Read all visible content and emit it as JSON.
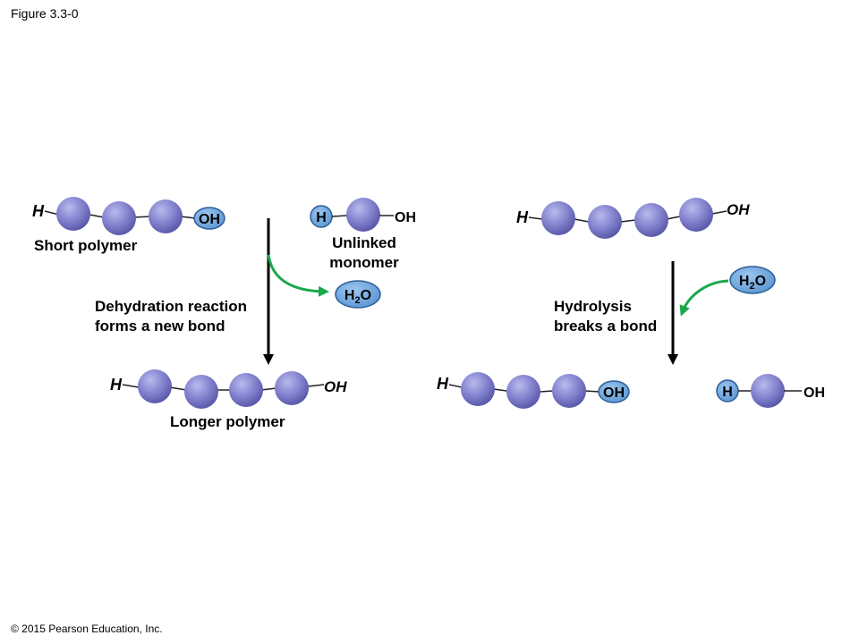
{
  "figure_label": "Figure 3.3-0",
  "copyright": "© 2015 Pearson Education, Inc.",
  "left_panel": {
    "short_polymer": "Short polymer",
    "unlinked_monomer_line1": "Unlinked",
    "unlinked_monomer_line2": "monomer",
    "reaction_line1": "Dehydration reaction",
    "reaction_line2": "forms a new bond",
    "longer_polymer": "Longer polymer"
  },
  "right_panel": {
    "reaction_line1": "Hydrolysis",
    "reaction_line2": "breaks a bond"
  },
  "chem": {
    "h": "H",
    "oh": "OH",
    "water_h": "H",
    "water_sub": "2",
    "water_o": "O"
  },
  "colors": {
    "monomer_fill": "#7f7fc9",
    "monomer_stroke": "#5a5aa6",
    "badge_fill": "#6fa8dc",
    "badge_stroke": "#2f5f96",
    "arrow_green": "#1aa84a",
    "arrow_black": "#000000"
  }
}
